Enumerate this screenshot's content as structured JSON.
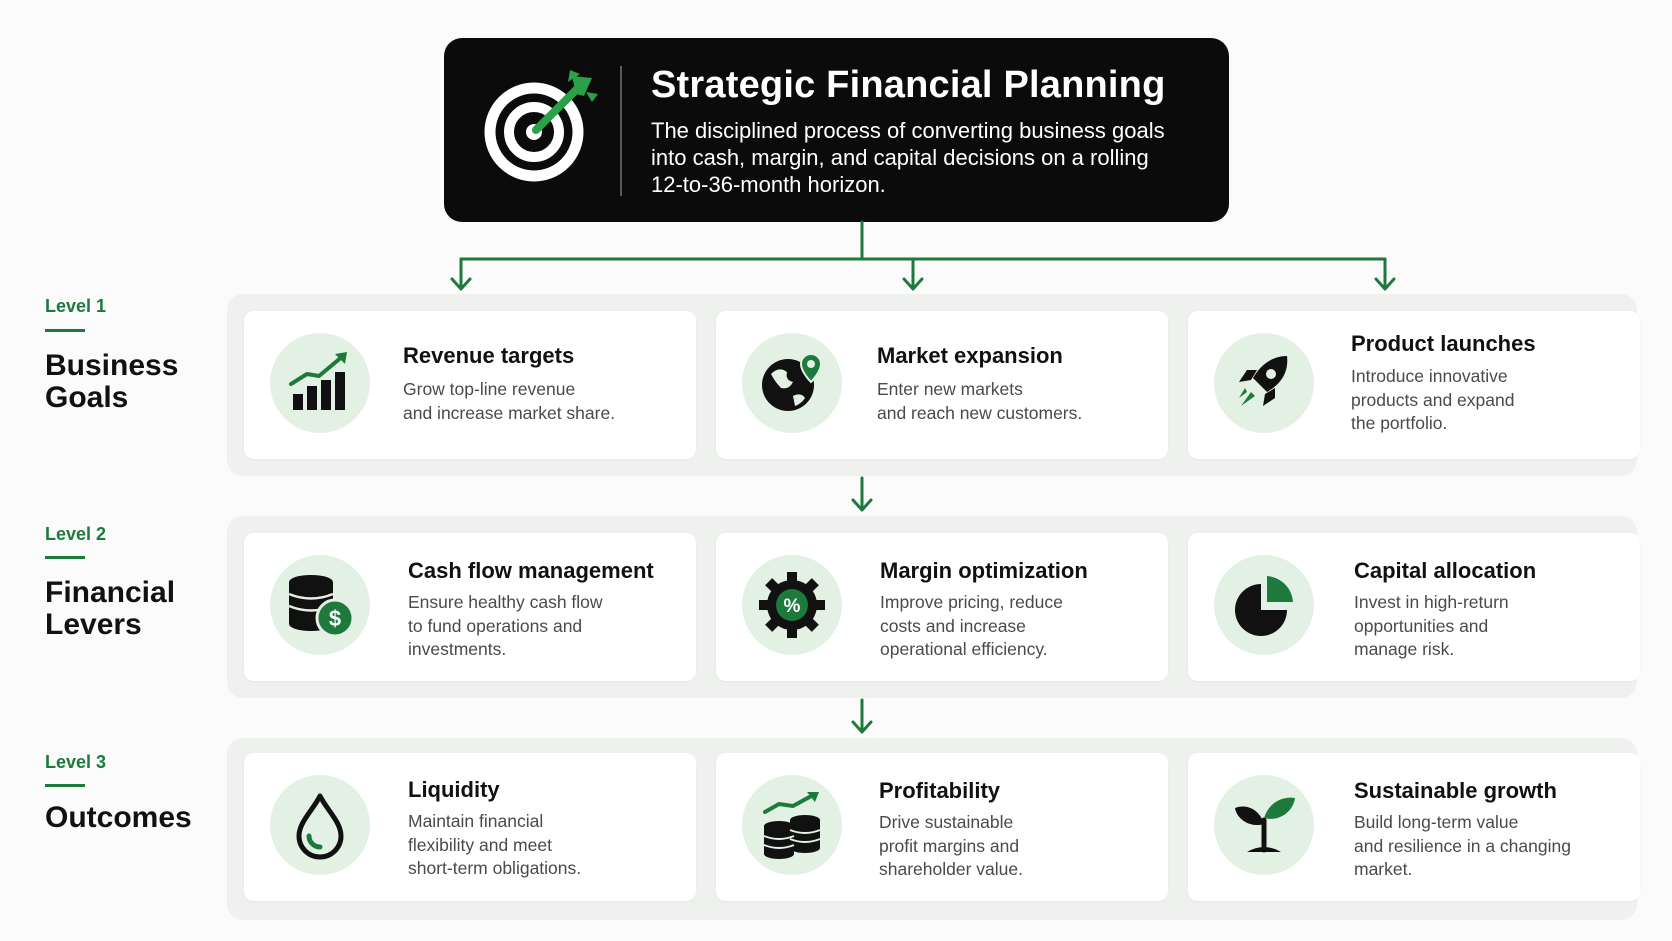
{
  "header": {
    "title": "Strategic Financial Planning",
    "description_lines": [
      "The disciplined process of converting business goals",
      "into cash, margin, and capital decisions on a rolling",
      "12-to-36-month horizon."
    ],
    "icon": "target-arrow-icon"
  },
  "colors": {
    "accent": "#1e7a3c",
    "header_bg": "#0b0b0b",
    "panel_bg": "#eef1ee",
    "icon_circle_bg": "#e3f1e4"
  },
  "levels": [
    {
      "label": "Level 1",
      "title_lines": [
        "Business",
        "Goals"
      ],
      "cards": [
        {
          "title": "Revenue targets",
          "desc_lines": [
            "Grow top-line revenue",
            "and increase market share."
          ],
          "icon": "growth-chart-icon"
        },
        {
          "title": "Market expansion",
          "desc_lines": [
            "Enter new markets",
            "and reach new customers."
          ],
          "icon": "globe-pin-icon"
        },
        {
          "title": "Product launches",
          "desc_lines": [
            "Introduce innovative",
            "products and expand",
            "the portfolio."
          ],
          "icon": "rocket-icon"
        }
      ]
    },
    {
      "label": "Level 2",
      "title_lines": [
        "Financial",
        "Levers"
      ],
      "cards": [
        {
          "title": "Cash flow management",
          "desc_lines": [
            "Ensure healthy cash flow",
            "to fund operations and",
            "investments."
          ],
          "icon": "coins-dollar-icon"
        },
        {
          "title": "Margin optimization",
          "desc_lines": [
            "Improve pricing, reduce",
            "costs and increase",
            "operational efficiency."
          ],
          "icon": "gear-percent-icon"
        },
        {
          "title": "Capital allocation",
          "desc_lines": [
            "Invest in high-return",
            "opportunities and",
            "manage risk."
          ],
          "icon": "pie-chart-icon"
        }
      ]
    },
    {
      "label": "Level 3",
      "title_lines": [
        "Outcomes"
      ],
      "cards": [
        {
          "title": "Liquidity",
          "desc_lines": [
            "Maintain financial",
            "flexibility and meet",
            "short-term obligations."
          ],
          "icon": "water-drop-icon"
        },
        {
          "title": "Profitability",
          "desc_lines": [
            "Drive sustainable",
            "profit margins and",
            "shareholder value."
          ],
          "icon": "coin-stack-growth-icon"
        },
        {
          "title": "Sustainable growth",
          "desc_lines": [
            "Build long-term value",
            "and resilience in a changing",
            "market."
          ],
          "icon": "sprout-icon"
        }
      ]
    }
  ]
}
